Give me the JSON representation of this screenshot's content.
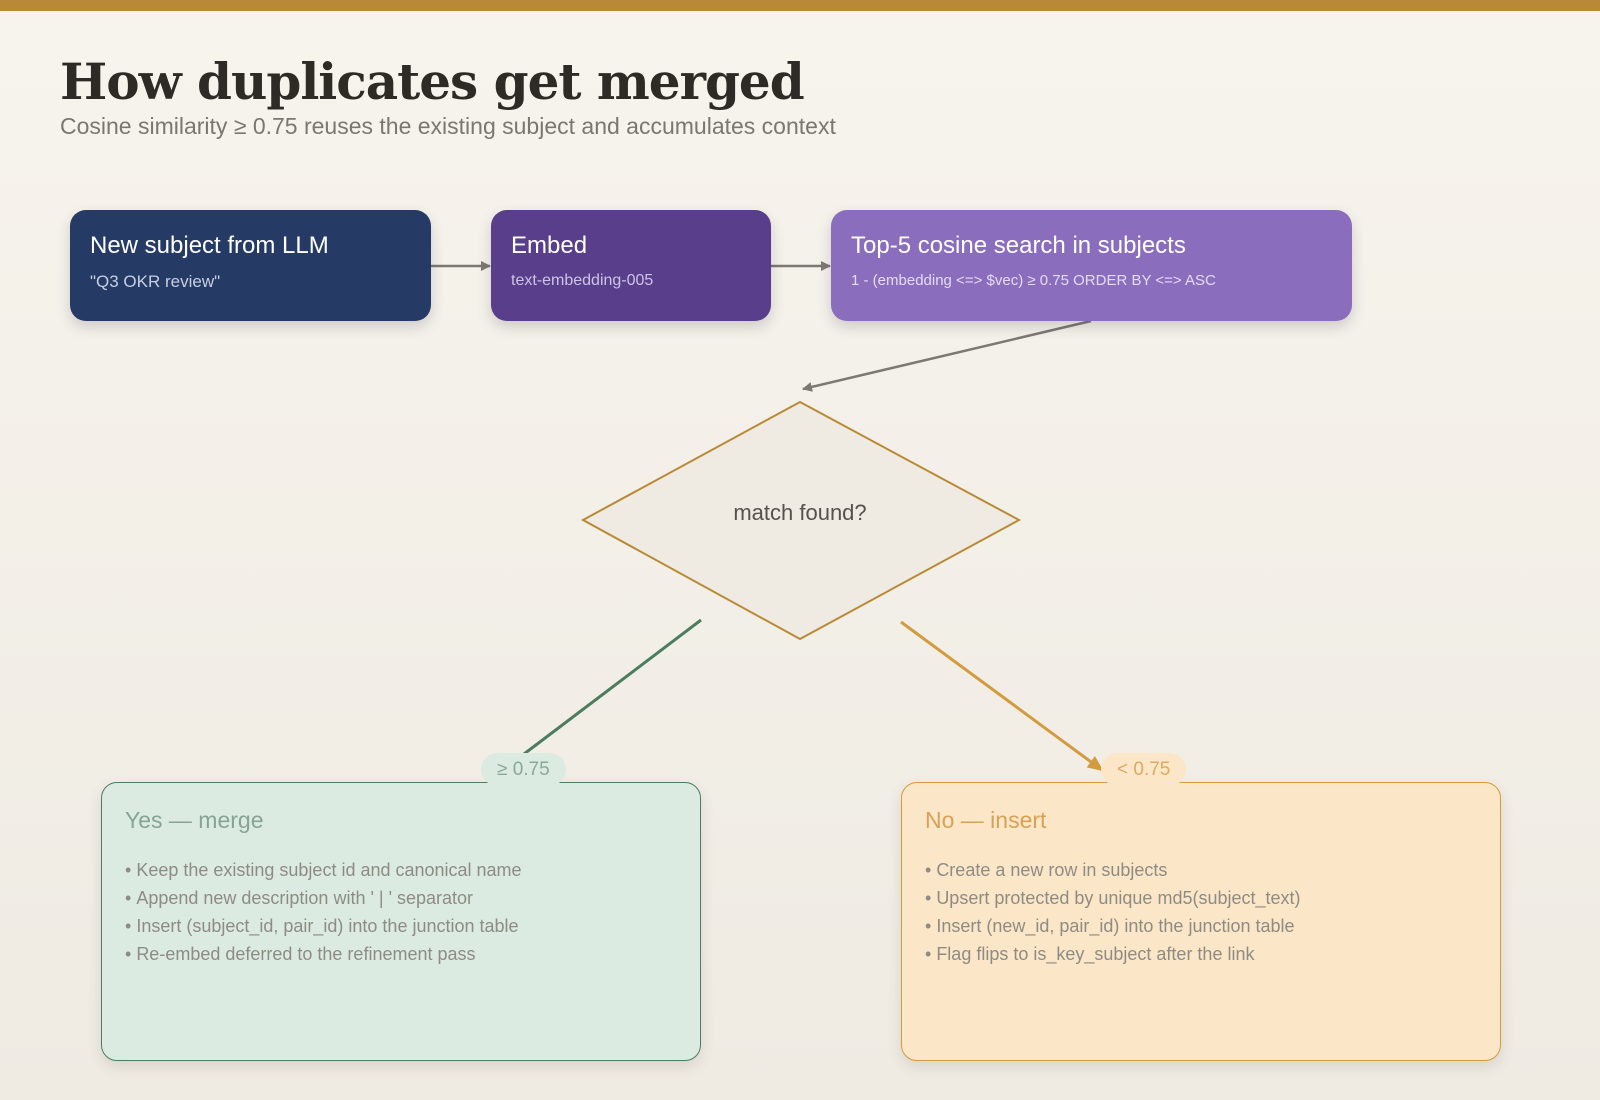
{
  "header": {
    "title": "How duplicates get merged",
    "subtitle": "Cosine similarity ≥ 0.75 reuses the existing subject and accumulates context"
  },
  "flow": {
    "new_subject": {
      "title": "New subject from LLM",
      "detail": "\"Q3 OKR review\""
    },
    "embed": {
      "title": "Embed",
      "detail": "text-embedding-005"
    },
    "search": {
      "title": "Top-5 cosine search in subjects",
      "detail": "1 - (embedding <=> $vec) ≥ 0.75 ORDER BY <=> ASC"
    },
    "decision": {
      "label": "match found?"
    }
  },
  "outcomes": {
    "yes": {
      "threshold": "≥ 0.75",
      "title": "Yes — merge",
      "items": [
        "Keep the existing subject id and canonical name",
        "Append new description with ' | ' separator",
        "Insert (subject_id, pair_id) into the junction table",
        "Re-embed deferred to the refinement pass"
      ]
    },
    "no": {
      "threshold": "< 0.75",
      "title": "No — insert",
      "items": [
        "Create a new row in subjects",
        "Upsert protected by unique md5(subject_text)",
        "Insert (new_id, pair_id) into the junction table",
        "Flag flips to is_key_subject after the link"
      ]
    }
  },
  "colors": {
    "accent": "#b98a36",
    "new_subject": "#253a64",
    "embed": "#583e8b",
    "search": "#8a6dbd",
    "yes_border": "#4c7d5e",
    "no_border": "#d39a3e"
  }
}
